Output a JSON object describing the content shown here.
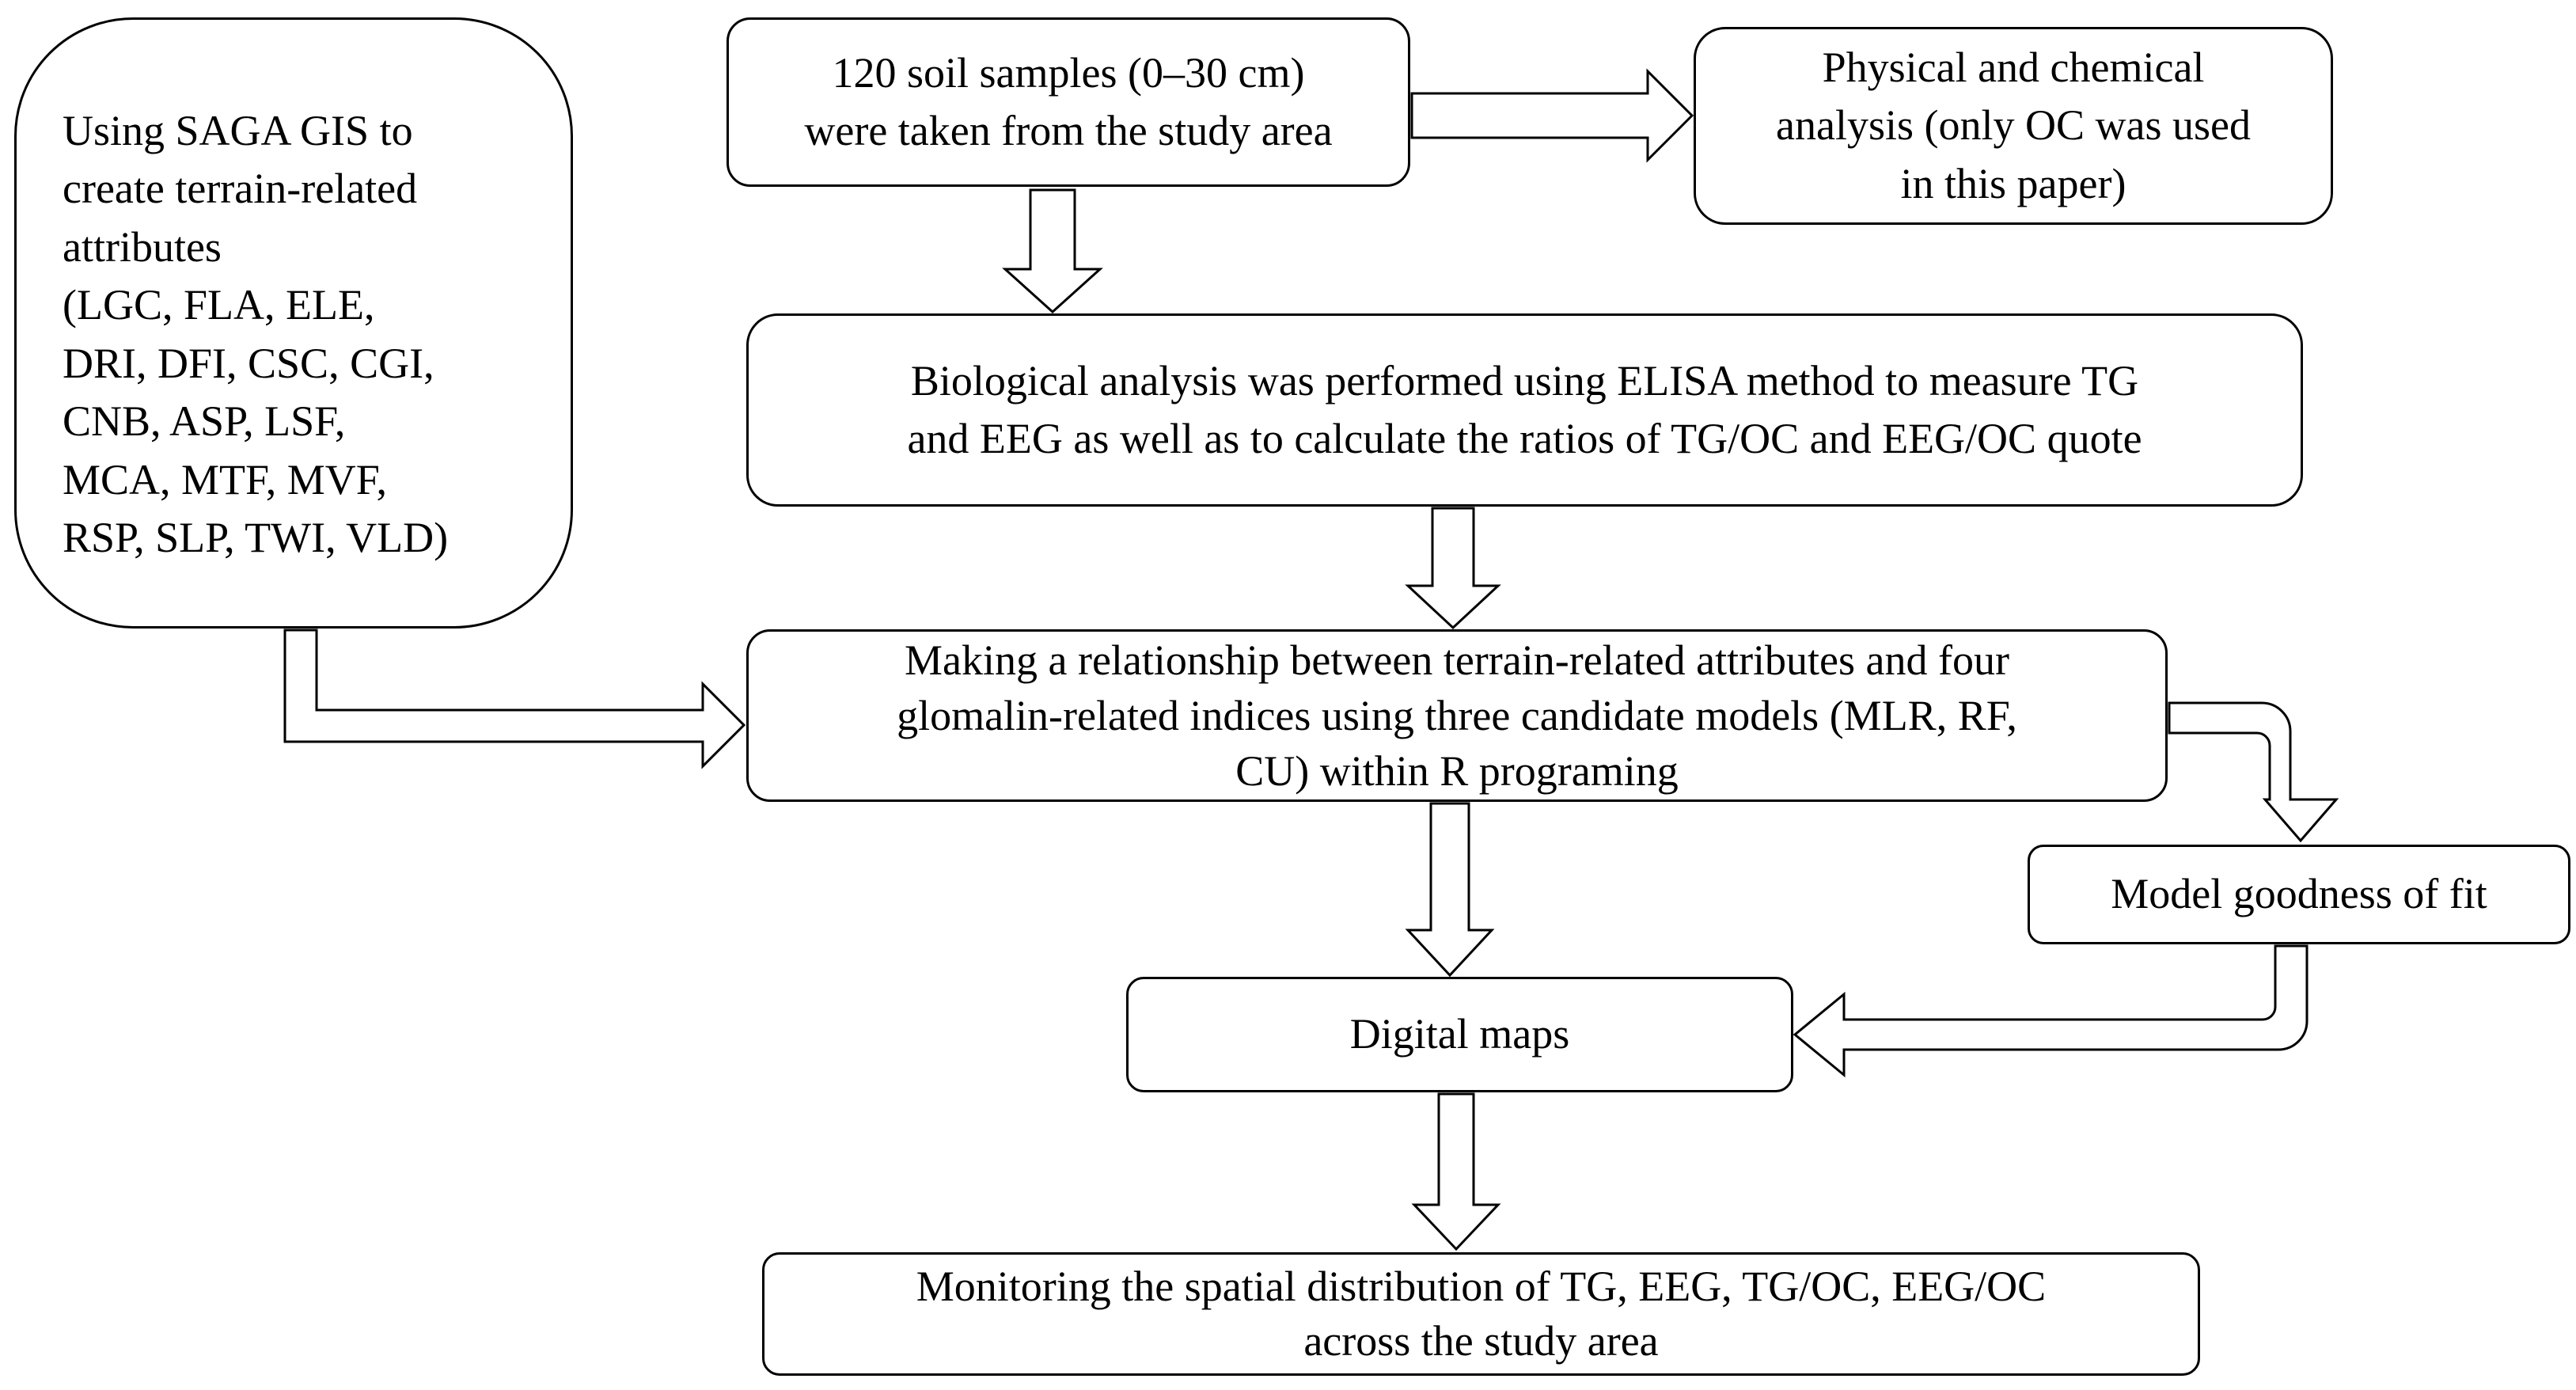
{
  "boxes": {
    "terrain": "Using SAGA GIS to\ncreate terrain-related\nattributes\n(LGC, FLA, ELE,\nDRI, DFI, CSC, CGI,\nCNB, ASP, LSF,\nMCA, MTF, MVF,\nRSP, SLP, TWI, VLD)",
    "samples": "120 soil samples (0–30 cm)\nwere taken from the study area",
    "physchem": "Physical and chemical\nanalysis (only OC was used\nin this paper)",
    "biological": "Biological analysis was performed using ELISA method to measure TG\nand EEG as well as to calculate the ratios of TG/OC and EEG/OC quote",
    "relationship": "Making a relationship between terrain-related attributes and four\nglomalin-related indices using three candidate models (MLR, RF,\nCU) within R programing",
    "goodness": "Model goodness of fit",
    "maps": "Digital maps",
    "monitoring": "Monitoring the spatial distribution of TG, EEG, TG/OC, EEG/OC\nacross the study area"
  },
  "colors": {
    "stroke": "#000000",
    "fill": "#ffffff"
  }
}
